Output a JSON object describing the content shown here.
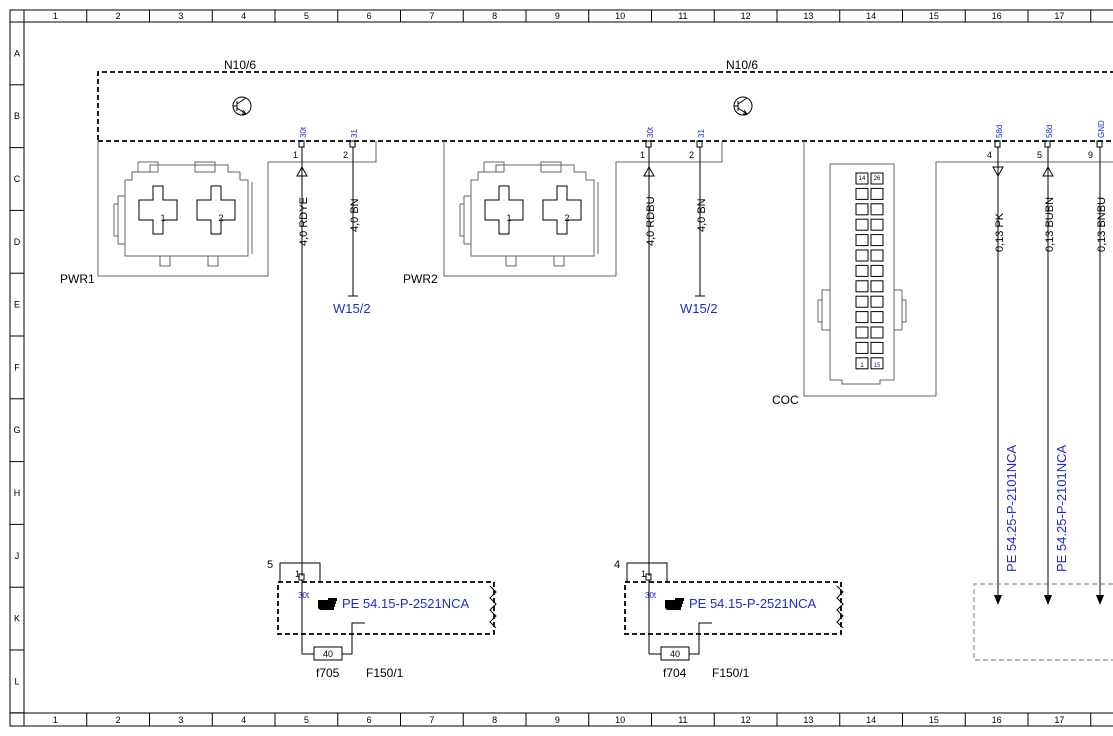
{
  "grid": {
    "columns": [
      "1",
      "2",
      "3",
      "4",
      "5",
      "6",
      "7",
      "8",
      "9",
      "10",
      "11",
      "12",
      "13",
      "14",
      "15",
      "16",
      "17"
    ],
    "rows": [
      "A",
      "B",
      "C",
      "D",
      "E",
      "F",
      "G",
      "H",
      "J",
      "K",
      "L"
    ]
  },
  "modules": {
    "n10_6_left": "N10/6",
    "n10_6_right": "N10/6"
  },
  "connectors": {
    "pwr1": "PWR1",
    "pwr2": "PWR2",
    "coc": "COC",
    "pwr1_pin1": "1",
    "pwr1_pin2": "2",
    "pwr2_pin1": "1",
    "pwr2_pin2": "2",
    "coc_pin14": "14",
    "coc_pin26": "26",
    "coc_pin1": "1",
    "coc_pin15": "15"
  },
  "pins": {
    "p1_num": "1",
    "p1_sig": "30t",
    "p2_num": "2",
    "p2_sig": "31",
    "p3_num": "1",
    "p3_sig": "30t",
    "p4_num": "2",
    "p4_sig": "31",
    "p5_num": "4",
    "p5_sig": "58d",
    "p6_num": "5",
    "p6_sig": "58d",
    "p7_num": "9",
    "p7_sig": "GND"
  },
  "wires": {
    "w1": "4,0 RDYE",
    "w2": "4,0 BN",
    "w3": "4,0 RDBU",
    "w4": "4,0 BN",
    "w5": "0,13 PK",
    "w6": "0,13 BUBN",
    "w7": "0,13 BNBU"
  },
  "grounds": {
    "g1": "W15/2",
    "g2": "W15/2"
  },
  "fuse_boxes": {
    "left": {
      "slot": "5",
      "pin": "1",
      "sig": "30t",
      "ref": "PE 54.15-P-2521NCA",
      "fuse_value": "40",
      "fuse_name": "f705",
      "box_name": "F150/1"
    },
    "right": {
      "slot": "4",
      "pin": "1",
      "sig": "30t",
      "ref": "PE 54.15-P-2521NCA",
      "fuse_value": "40",
      "fuse_name": "f704",
      "box_name": "F150/1"
    }
  },
  "refs": {
    "r1": "PE 54.25-P-2101NCA",
    "r2": "PE 54.25-P-2101NCA"
  },
  "icons": {
    "transistor": "transistor-icon",
    "pointing_hand": "pointing-hand-icon"
  },
  "colors": {
    "reference_blue": "#1c2bd0",
    "line": "#000000"
  }
}
